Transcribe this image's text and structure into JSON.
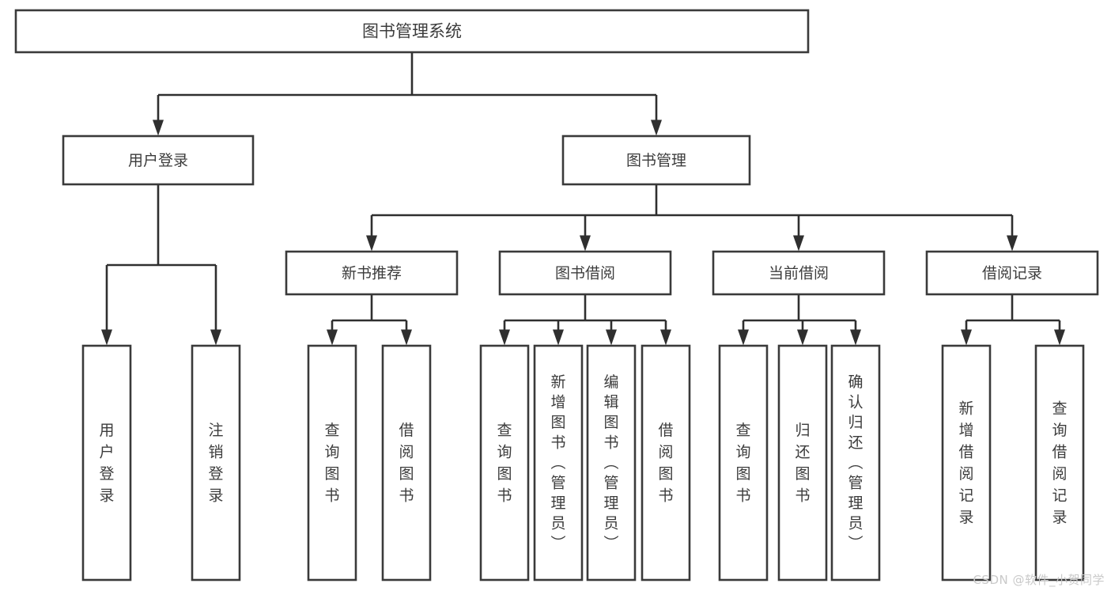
{
  "diagram": {
    "title": "图书管理系统",
    "type": "tree",
    "orientation": "top-down",
    "colors": {
      "box_stroke": "#3a3a3a",
      "box_fill": "#ffffff",
      "connector": "#2f2f2f",
      "text": "#3c3c3c",
      "background": "#ffffff",
      "watermark": "#c9c9c9"
    },
    "root": {
      "label": "图书管理系统",
      "name": "node-root-library-system"
    },
    "level1": [
      {
        "label": "用户登录",
        "name": "node-user-login"
      },
      {
        "label": "图书管理",
        "name": "node-book-management"
      }
    ],
    "level2": [
      {
        "label": "新书推荐",
        "name": "node-new-book-recommend"
      },
      {
        "label": "图书借阅",
        "name": "node-book-borrow"
      },
      {
        "label": "当前借阅",
        "name": "node-current-borrow"
      },
      {
        "label": "借阅记录",
        "name": "node-borrow-record"
      }
    ],
    "leaves": {
      "user_login": [
        {
          "label": "用户登录",
          "name": "leaf-user-login"
        },
        {
          "label": "注销登录",
          "name": "leaf-logout"
        }
      ],
      "new_book_recommend": [
        {
          "label": "查询图书",
          "name": "leaf-query-book-1"
        },
        {
          "label": "借阅图书",
          "name": "leaf-borrow-book-1"
        }
      ],
      "book_borrow": [
        {
          "label": "查询图书",
          "name": "leaf-query-book-2"
        },
        {
          "label": "新增图书（管理员）",
          "name": "leaf-add-book-admin"
        },
        {
          "label": "编辑图书（管理员）",
          "name": "leaf-edit-book-admin"
        },
        {
          "label": "借阅图书",
          "name": "leaf-borrow-book-2"
        }
      ],
      "current_borrow": [
        {
          "label": "查询图书",
          "name": "leaf-query-book-3"
        },
        {
          "label": "归还图书",
          "name": "leaf-return-book"
        },
        {
          "label": "确认归还（管理员）",
          "name": "leaf-confirm-return-admin"
        }
      ],
      "borrow_record": [
        {
          "label": "新增借阅记录",
          "name": "leaf-add-borrow-record"
        },
        {
          "label": "查询借阅记录",
          "name": "leaf-query-borrow-record"
        }
      ]
    }
  },
  "watermark": {
    "text": "CSDN @软件_小贺同学"
  }
}
